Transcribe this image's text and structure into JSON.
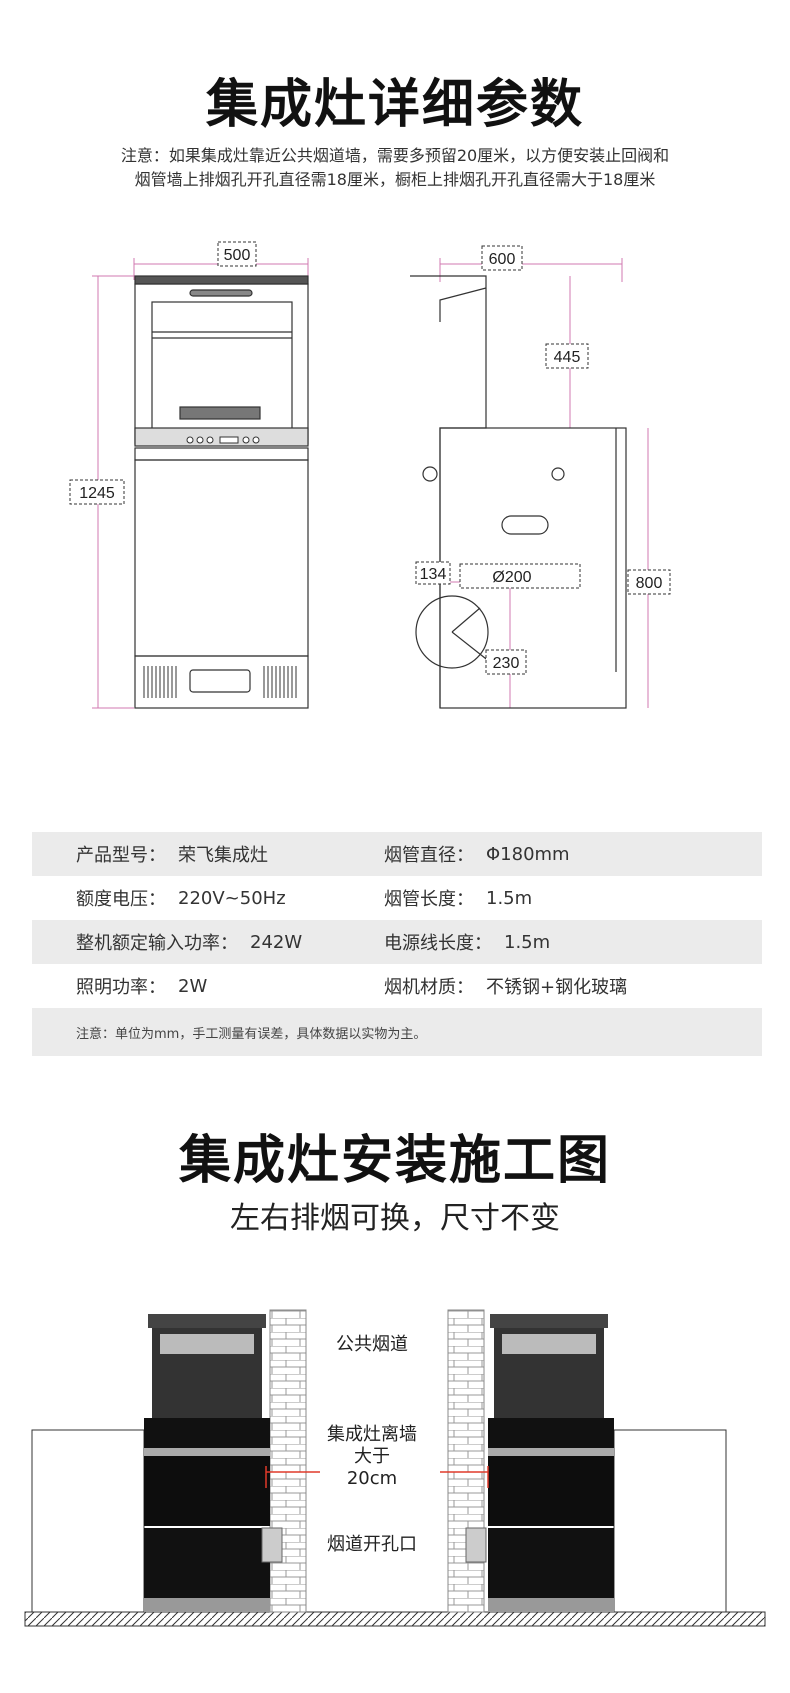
{
  "section1": {
    "title": "集成灶详细参数",
    "note_line1": "注意：如果集成灶靠近公共烟道墙，需要多预留20厘米，以方便安装止回阀和",
    "note_line2": "烟管墙上排烟孔开孔直径需18厘米，橱柜上排烟孔开孔直径需大于18厘米"
  },
  "front_drawing": {
    "width_label": "500",
    "height_label": "1245"
  },
  "side_drawing": {
    "depth_label": "600",
    "upper_label": "445",
    "body_height_label": "800",
    "hole_offset_label": "134",
    "hole_diameter_label": "Ø200",
    "hole_height_label": "230"
  },
  "specs": {
    "rows": [
      {
        "left_key": "产品型号：",
        "left_val": "荣飞集成灶",
        "right_key": "烟管直径：",
        "right_val": "Φ180mm"
      },
      {
        "left_key": "额度电压：",
        "left_val": "220V~50Hz",
        "right_key": "烟管长度：",
        "right_val": "1.5m"
      },
      {
        "left_key": "整机额定输入功率：",
        "left_val": "242W",
        "right_key": "电源线长度：",
        "right_val": "1.5m"
      },
      {
        "left_key": "照明功率：",
        "left_val": "2W",
        "right_key": "烟机材质：",
        "right_val": "不锈钢+钢化玻璃"
      }
    ],
    "note": "注意：单位为mm，手工测量有误差，具体数据以实物为主。"
  },
  "section2": {
    "title": "集成灶安装施工图",
    "subtitle": "左右排烟可换，尺寸不变"
  },
  "install": {
    "flue_label": "公共烟道",
    "distance_line1": "集成灶离墙",
    "distance_line2": "大于",
    "distance_line3": "20cm",
    "hole_label": "烟道开孔口"
  },
  "colors": {
    "dimension_line": "#d07ab0",
    "table_shade": "#ebebeb",
    "appliance_dark": "#111111",
    "accent_red": "#e03a2a"
  }
}
